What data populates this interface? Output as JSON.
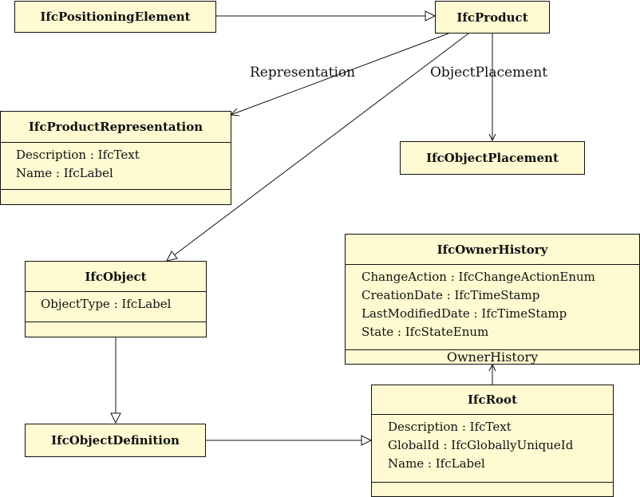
{
  "diagram": {
    "classes": {
      "positioning_element": {
        "name": "IfcPositioningElement"
      },
      "product": {
        "name": "IfcProduct"
      },
      "product_representation": {
        "name": "IfcProductRepresentation",
        "attributes": [
          "Description : IfcText",
          "Name : IfcLabel"
        ]
      },
      "object_placement": {
        "name": "IfcObjectPlacement"
      },
      "object": {
        "name": "IfcObject",
        "attributes": [
          "ObjectType : IfcLabel"
        ]
      },
      "owner_history": {
        "name": "IfcOwnerHistory",
        "attributes": [
          "ChangeAction : IfcChangeActionEnum",
          "CreationDate : IfcTimeStamp",
          "LastModifiedDate : IfcTimeStamp",
          "State : IfcStateEnum"
        ]
      },
      "object_definition": {
        "name": "IfcObjectDefinition"
      },
      "root": {
        "name": "IfcRoot",
        "attributes": [
          "Description : IfcText",
          "GlobalId : IfcGloballyUniqueId",
          "Name : IfcLabel"
        ]
      }
    },
    "relations": {
      "representation": "Representation",
      "object_placement": "ObjectPlacement",
      "owner_history": "OwnerHistory"
    }
  }
}
